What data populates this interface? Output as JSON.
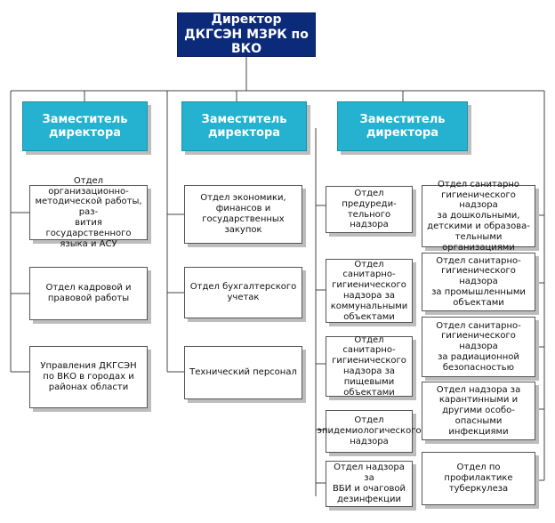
{
  "director": "Директор\nДКГСЭН МЗРК по ВКО",
  "deputies": [
    "Заместитель\nдиректора",
    "Заместитель\nдиректора",
    "Заместитель\nдиректора"
  ],
  "departments": {
    "col1": [
      "Отдел организационно-\nметодической работы, раз-\nвития государственного\nязыка и АСУ",
      "Отдел кадровой и\nправовой работы",
      "Управления ДКГСЭН\nпо ВКО в городах и\nрайонах области"
    ],
    "col2": [
      "Отдел экономики,\nфинансов и\nгосударственных закупок",
      "Отдел бухгалтерского\nучетак",
      "Технический персонал"
    ],
    "col3": [
      "Отдел предуреди-\nтельного надзора",
      "Отдел санитарно-\nгигиенического\nнадзора за\nкоммунальными\nобъектами",
      "Отдел санитарно-\nгигиенического\nнадзора за\nпищевыми объектами",
      "Отдел\nэпидемиологического\nнадзора",
      "Отдел надзора за\nВБИ и очаговой\nдезинфекции"
    ],
    "col4": [
      "Отдел санитарно\nгигиенического надзора\nза дошкольными,\nдетскими и образова-\nтельными организациями",
      "Отдел санитарно-\nгигиенического надзора\nза промышленными\nобъектами",
      "Отдел санитарно-\nгигиенического надзора\nза радиационной\nбезопасностью",
      "Отдел надзора за\nкарантинными и\nдругими особо-\nопасными инфекциями",
      "Отдел по профилактике\nтуберкулеза"
    ]
  }
}
